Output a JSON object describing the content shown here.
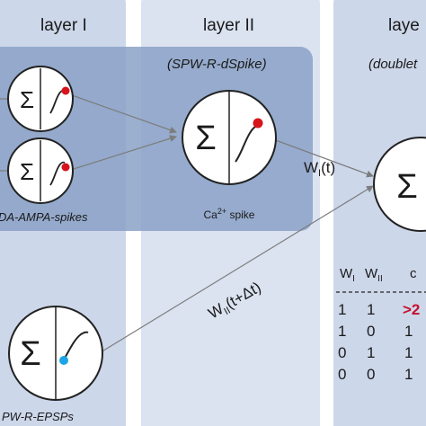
{
  "layers": {
    "layer1_title": "layer I",
    "layer2_title": "layer II",
    "layer3_title": "laye"
  },
  "labels": {
    "spw_r_dspike": "(SPW-R-dSpike)",
    "doublet": "(doublet",
    "nmda_ampa": "DA-AMPA-spikes",
    "ca_spike_prefix": "Ca",
    "ca_spike_sup": "2+",
    "ca_spike_suffix": " spike",
    "spw_r_epsps": "PW-R-EPSPs"
  },
  "weights": {
    "w1": "W",
    "w1_sub": "I",
    "w1_arg": "(t)",
    "w2": "W",
    "w2_sub": "II",
    "w2_arg": "(t+Δt)"
  },
  "table": {
    "headers": [
      "W",
      "W"
    ],
    "header_subs": [
      "I",
      "II"
    ],
    "header_third": "c",
    "rows": [
      [
        "1",
        "1",
        ">2"
      ],
      [
        "1",
        "0",
        "1"
      ],
      [
        "0",
        "1",
        "1"
      ],
      [
        "0",
        "0",
        "1"
      ]
    ]
  },
  "symbols": {
    "sigma": "Σ"
  },
  "colors": {
    "panel": "#cdd7ea",
    "overlay": "#8aa1c7",
    "red_dot": "#d6141c",
    "blue_dot": "#1aa6e6",
    "emphasis_red": "#c8102e"
  }
}
